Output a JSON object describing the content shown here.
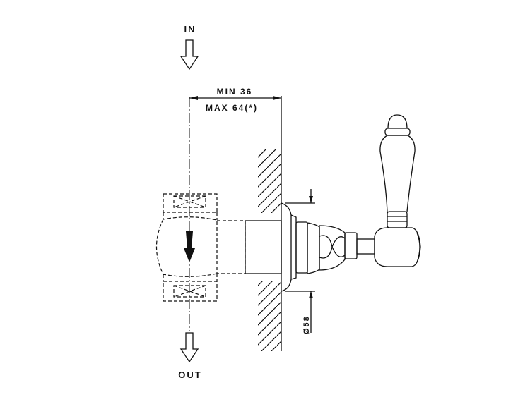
{
  "labels": {
    "inlet": "IN",
    "outlet": "OUT",
    "depth_min": "MIN 36",
    "depth_max": "MAX 64(*)",
    "flange_diameter": "Ø58"
  }
}
